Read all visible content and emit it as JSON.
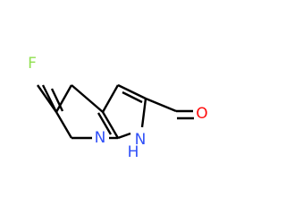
{
  "molecule": {
    "atoms": {
      "fluorine": {
        "symbol": "F",
        "color": "#90e050"
      },
      "pyridine_nitrogen": {
        "symbol": "N",
        "color": "#3050f8"
      },
      "pyrrole_nh": {
        "symbol": "N",
        "h": "H",
        "color": "#3050f8"
      },
      "oxygen": {
        "symbol": "O",
        "color": "#ff0d0d"
      }
    },
    "bond_color": "#000000"
  }
}
